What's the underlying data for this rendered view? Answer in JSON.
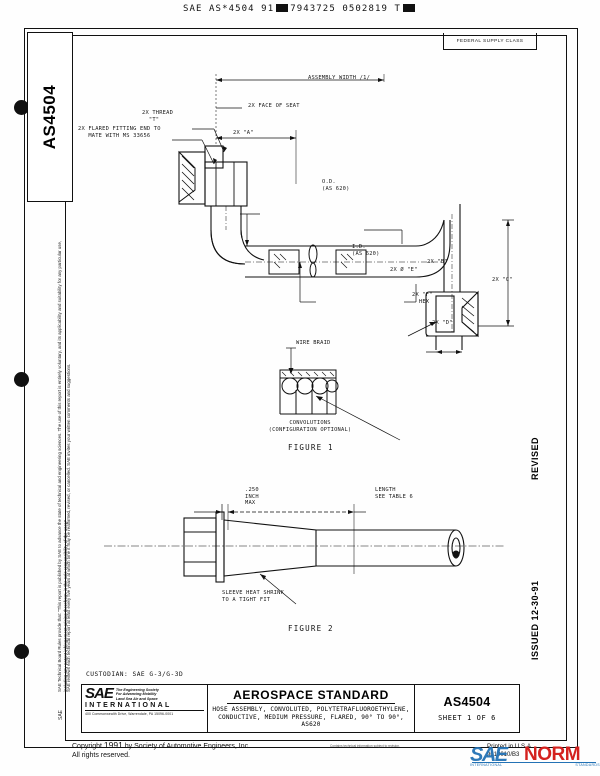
{
  "header": {
    "barcode_text_pre": "SAE AS*4504 91",
    "barcode_text_mid": "7943725 0502819 T"
  },
  "left_tab": {
    "label": "AS4504"
  },
  "margin_notes": {
    "line1": "SAE Technical Board Rules provide that: \"This report is published by SAE to advance the state of technical and engineering sciences. The use of this report is entirely voluntary, and its applicability and suitability for any particular use, including any patent infringement arising therefrom, is the sole responsibility of the user.\"",
    "line2": "SAE reviews each technical report at least every five years at which time it may be reaffirmed, revised, or cancelled.  SAE invites your written comments and suggestions.",
    "small_logo": "SAE"
  },
  "right_margin": {
    "revised": "REVISED",
    "issued": "ISSUED  12-30-91"
  },
  "fsc": {
    "label": "FEDERAL SUPPLY CLASS"
  },
  "annotations": {
    "assembly_width": "ASSEMBLY WIDTH /1/",
    "face_of_seat": "2X FACE OF SEAT",
    "dim_a": "2X \"A\"",
    "thread_t": "2X THREAD\n  \"T\"",
    "flared_fitting": "2X FLARED FITTING END TO\n   MATE WITH MS 33656",
    "od": "O.D.\n(AS 620)",
    "id": "I.D.\n(AS 620)",
    "dia_e": "2X Ø \"E\"",
    "dim_b": "2X \"B\"",
    "hex_f": "2X \"F\"\n  HEX",
    "dim_c": "2X \"C\"",
    "dim_d": "2X \"D\"",
    "wire_braid": "WIRE BRAID",
    "convolutions": "CONVOLUTIONS\n(CONFIGURATION OPTIONAL)",
    "figure1": "FIGURE 1",
    "inch_max": ".250\nINCH\nMAX",
    "length_table": "LENGTH\nSEE TABLE 6",
    "sleeve": "SLEEVE HEAT SHRINK\nTO A TIGHT FIT",
    "figure2": "FIGURE 2"
  },
  "custodian": {
    "text": "CUSTODIAN:  SAE G-3/G-3D"
  },
  "titleblock": {
    "sae_word": "SAE",
    "sae_tagline": "The Engineering Society\nFor Advancing Mobility\nLand Sea Air and Space",
    "sae_international": "INTERNATIONAL",
    "sae_address": "400 Commonwealth Drive, Warrendale, PA  15096-0001",
    "title_main": "AEROSPACE STANDARD",
    "title_sub": "HOSE ASSEMBLY, CONVOLUTED,\nPOLYTETRAFLUOROETHYLENE, CONDUCTIVE,\nMEDIUM PRESSURE, FLARED, 90° TO 90°, AS620",
    "doc_number": "AS4504",
    "sheet": "SHEET 1 OF 6"
  },
  "footer": {
    "copyright_pre": "Copyright ",
    "copyright_year": "1991",
    "copyright_post": " by Society of Automotive Engineers, Inc.",
    "rights": "All rights reserved.",
    "note": "Contains technical information subject to revision.",
    "printed": "Printed in U.S.A.",
    "printed_code": "9010010/B3"
  },
  "watermark": {
    "sae": "SAE",
    "norm": "NORM",
    "sub_left": "INTERNATIONAL",
    "sub_right": "STANDARDS"
  },
  "colors": {
    "ink": "#111111",
    "watermark_blue": "#2372b5",
    "watermark_red": "#d4211e"
  }
}
